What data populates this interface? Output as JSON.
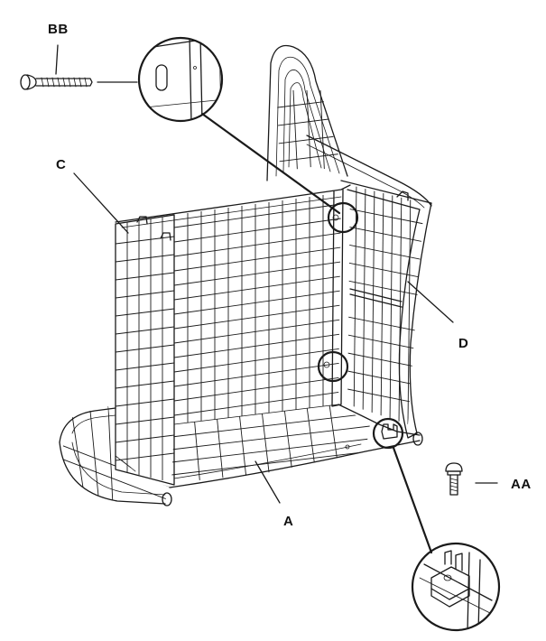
{
  "labels": {
    "bb": "BB",
    "c": "C",
    "d": "D",
    "a": "A",
    "aa": "AA"
  },
  "colors": {
    "line": "#1a1a1a",
    "background": "#ffffff"
  }
}
